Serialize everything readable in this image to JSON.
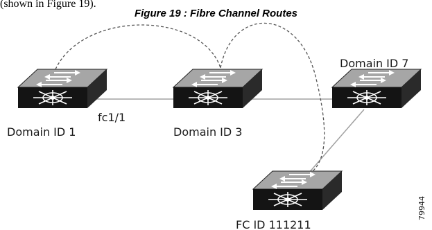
{
  "header": {
    "fragment": "(shown in Figure 19).",
    "caption": "Figure 19 : Fibre Channel Routes"
  },
  "diagram": {
    "switches": [
      {
        "id": "sw1",
        "label": "Domain ID 1"
      },
      {
        "id": "sw3",
        "label": "Domain ID 3"
      },
      {
        "id": "sw7",
        "label": "Domain ID 7"
      },
      {
        "id": "swfc",
        "label": "FC ID 111211"
      }
    ],
    "port_label": "fc1/1",
    "figure_number": "79944"
  },
  "colors": {
    "switch_top": "#a6a6a6",
    "switch_front": "#141414",
    "switch_side": "#222222",
    "link": "#a0a0a0",
    "dashed_route": "#555555"
  }
}
